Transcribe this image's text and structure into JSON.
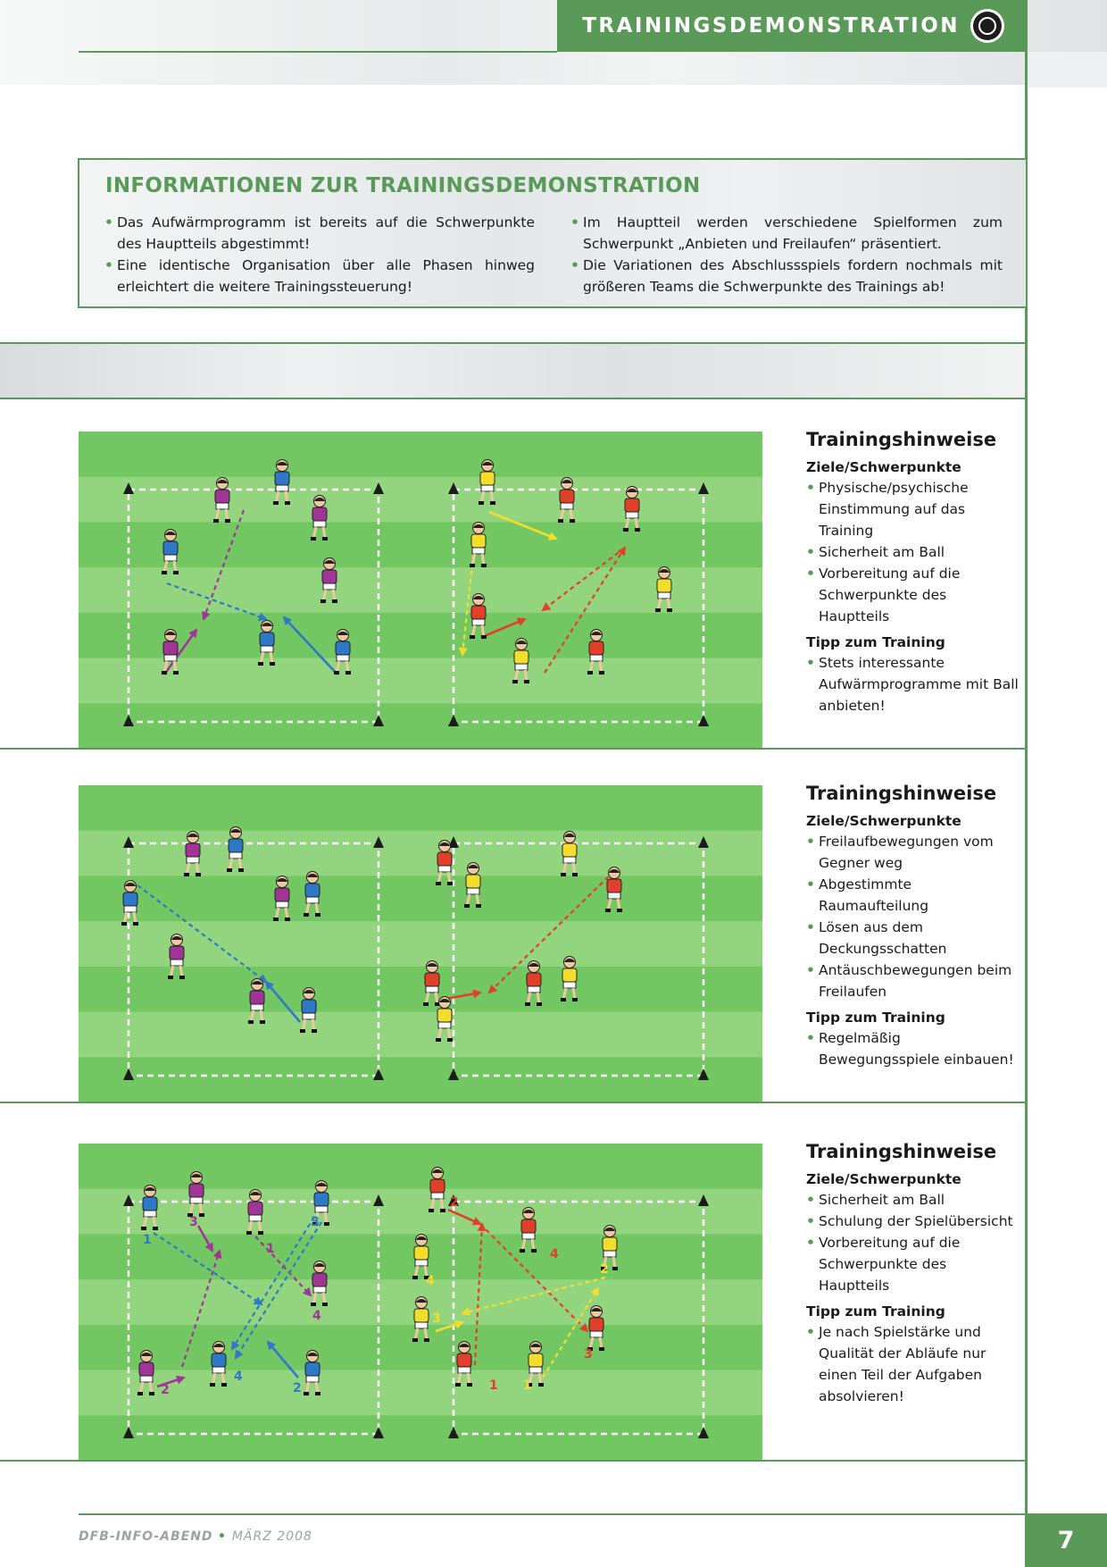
{
  "header": {
    "title": "TRAININGSDEMONSTRATION",
    "logo_icon": "dfb-logo-icon"
  },
  "info": {
    "title": "INFORMATIONEN ZUR TRAININGSDEMONSTRATION",
    "left_items": [
      "Das Aufwärmprogramm ist bereits auf die Schwerpunkte des Hauptteils abgestimmt!",
      "Eine identische Organisation über alle Phasen hinweg erleichtert die weitere Trainingssteuerung!"
    ],
    "right_items": [
      "Im Hauptteil werden verschiedene Spielformen zum Schwerpunkt „Anbieten und Freilaufen“ präsentiert.",
      "Die Variationen des Abschlussspiels fordern nochmals mit größeren Teams die Schwerpunkte des Trainings ab!"
    ]
  },
  "colors": {
    "accent": "#5a9a58",
    "pitch_light": "#92d57e",
    "pitch_dark": "#73c762",
    "team_blue": "#2f78c8",
    "team_purple": "#a03596",
    "team_red": "#e0402a",
    "team_yellow": "#f3dd2c"
  },
  "sections": [
    {
      "hints_title": "Trainingshinweise",
      "goals_title": "Ziele/Schwerpunkte",
      "goals": [
        "Physische/psychische Einstimmung auf das Training",
        "Sicherheit am Ball",
        "Vorbereitung auf die Schwerpunkte des Hauptteils"
      ],
      "tip_title": "Tipp zum Training",
      "tips": [
        "Stets interessante Aufwärmprogramme mit Ball anbieten!"
      ]
    },
    {
      "hints_title": "Trainingshinweise",
      "goals_title": "Ziele/Schwerpunkte",
      "goals": [
        "Freilaufbewegungen vom Gegner weg",
        "Abgestimmte Raumaufteilung",
        "Lösen aus dem Deckungsschatten",
        "Antäuschbewegungen beim Freilaufen"
      ],
      "tip_title": "Tipp zum Training",
      "tips": [
        "Regelmäßig Bewegungsspiele einbauen!"
      ]
    },
    {
      "hints_title": "Trainingshinweise",
      "goals_title": "Ziele/Schwerpunkte",
      "goals": [
        "Sicherheit am Ball",
        "Schulung der Spielübersicht",
        "Vorbereitung auf die Schwerpunkte des Hauptteils"
      ],
      "tip_title": "Tipp zum Training",
      "tips": [
        "Je nach Spielstärke und Qualität der Abläufe nur einen Teil der Aufgaben absolvieren!"
      ]
    }
  ],
  "diagram_labels": {
    "d3_left": [
      "1",
      "3",
      "1",
      "3",
      "4",
      "2",
      "4",
      "2"
    ],
    "d3_right": [
      "2",
      "4",
      "2",
      "4",
      "3",
      "3",
      "1",
      "1"
    ]
  },
  "footer": {
    "brand": "DFB-INFO-ABEND",
    "date": "MÄRZ 2008",
    "page_number": "7"
  }
}
